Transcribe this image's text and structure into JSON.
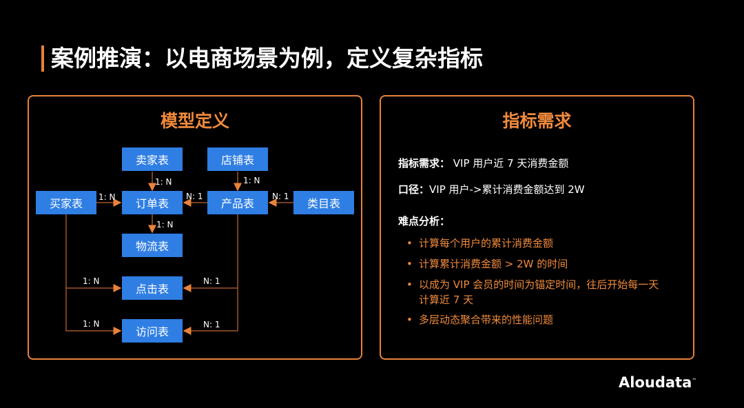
{
  "title": "案例推演：以电商场景为例，定义复杂指标",
  "left_panel": {
    "title": "模型定义",
    "tables": {
      "seller": "卖家表",
      "shop": "店铺表",
      "buyer": "买家表",
      "order": "订单表",
      "product": "产品表",
      "category": "类目表",
      "logistics": "物流表",
      "click": "点击表",
      "visit": "访问表"
    },
    "relations": {
      "seller_order": "1: N",
      "shop_product": "1: N",
      "buyer_order": "1: N",
      "product_order": "N: 1",
      "category_product": "N: 1",
      "order_logistics": "1: N",
      "buyer_click": "1: N",
      "product_click": "N: 1",
      "buyer_visit": "1: N",
      "product_visit": "N: 1"
    }
  },
  "right_panel": {
    "title": "指标需求",
    "req_label": "指标需求：",
    "req_value": "VIP 用户近 7 天消费金额",
    "caliber_label": "口径：",
    "caliber_value": "VIP 用户->累计消费金额达到 2W",
    "difficulty_label": "难点分析：",
    "bullets": [
      "计算每个用户的累计消费金额",
      "计算累计消费金额 > 2W 的时间",
      "以成为 VIP 会员的时间为锚定时间，往后开始每一天计算近 7 天",
      "多层动态聚合带来的性能问题"
    ]
  },
  "logo": "Aloudata",
  "logo_tm": "™",
  "colors": {
    "accent": "#e8823a",
    "box": "#2f7ee3",
    "line": "#a0552a"
  }
}
